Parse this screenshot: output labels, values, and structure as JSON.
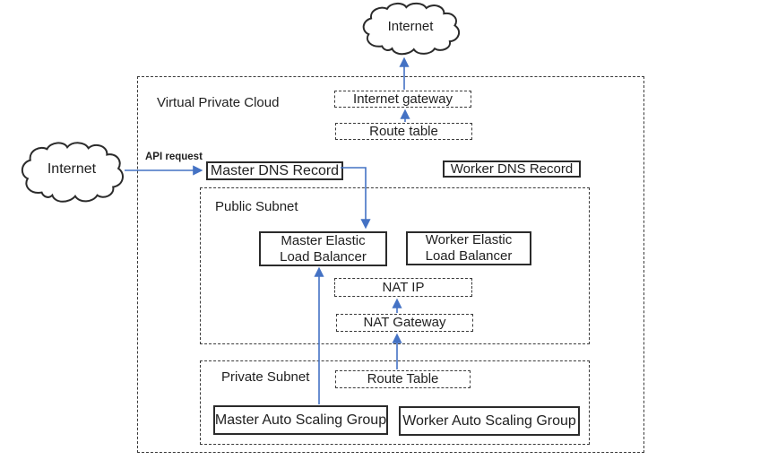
{
  "clouds": {
    "top": {
      "label": "Internet"
    },
    "left": {
      "label": "Internet"
    }
  },
  "vpc": {
    "label": "Virtual Private Cloud"
  },
  "public_subnet": {
    "label": "Public Subnet"
  },
  "private_subnet": {
    "label": "Private Subnet"
  },
  "nodes": {
    "internet_gateway": {
      "label": "Internet gateway",
      "style": "dashed"
    },
    "route_table_top": {
      "label": "Route table",
      "style": "dashed"
    },
    "master_dns": {
      "label": "Master DNS Record",
      "style": "solid"
    },
    "worker_dns": {
      "label": "Worker DNS Record",
      "style": "solid"
    },
    "master_elb": {
      "label_line1": "Master Elastic",
      "label_line2": "Load Balancer",
      "style": "solid"
    },
    "worker_elb": {
      "label_line1": "Worker Elastic",
      "label_line2": "Load Balancer",
      "style": "solid"
    },
    "nat_ip": {
      "label": "NAT IP",
      "style": "dashed"
    },
    "nat_gateway": {
      "label": "NAT Gateway",
      "style": "dashed"
    },
    "route_table_private": {
      "label": "Route Table",
      "style": "dashed"
    },
    "master_asg": {
      "label": "Master Auto Scaling Group",
      "style": "solid"
    },
    "worker_asg": {
      "label": "Worker Auto Scaling Group",
      "style": "solid"
    }
  },
  "annotations": {
    "api_request": "API request"
  },
  "arrows": [
    {
      "name": "route-table-to-internet-gateway",
      "from": "route_table_top",
      "to": "internet_gateway"
    },
    {
      "name": "internet-gateway-to-internet",
      "from": "internet_gateway",
      "to": "cloud_top"
    },
    {
      "name": "internet-to-master-dns",
      "from": "cloud_left",
      "to": "master_dns"
    },
    {
      "name": "master-dns-to-master-elb",
      "from": "master_dns",
      "to": "master_elb"
    },
    {
      "name": "master-asg-to-master-elb",
      "from": "master_asg",
      "to": "master_elb"
    },
    {
      "name": "route-table-to-nat-gateway",
      "from": "route_table_private",
      "to": "nat_gateway"
    },
    {
      "name": "nat-gateway-to-nat-ip",
      "from": "nat_gateway",
      "to": "nat_ip"
    }
  ],
  "colors": {
    "arrow_blue": "#4472C4",
    "shape_outline": "#2b2b2b"
  }
}
